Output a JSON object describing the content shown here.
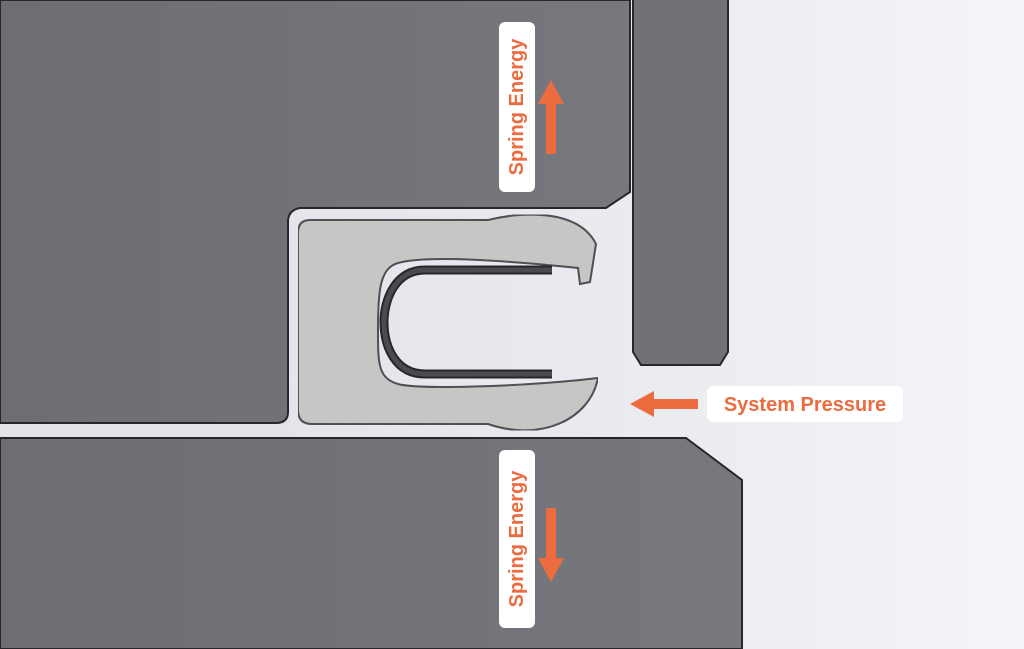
{
  "labels": {
    "top_spring": "Spring Energy",
    "bottom_spring": "Spring Energy",
    "system_pressure": "System Pressure"
  },
  "colors": {
    "background": "#e9eaee",
    "housing": "#707277",
    "housing_edge": "#26272b",
    "clearance_gap": "#e3e4ea",
    "seal_jacket": "#c7c7c6",
    "spring": "#3b3c40",
    "arrow": "#ec6b3f",
    "label_box": "#ffffff"
  },
  "icons": {
    "top_arrow": "arrow-up-icon",
    "bottom_arrow": "arrow-down-icon",
    "pressure_arrow": "arrow-left-icon"
  }
}
